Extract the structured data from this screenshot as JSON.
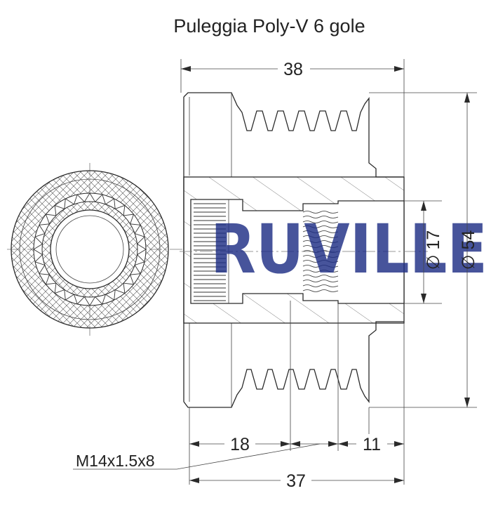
{
  "title": "Puleggia Poly-V 6 gole",
  "watermark": "RUVILLE",
  "dimensions": {
    "overall_width": "38",
    "hub_length": "37",
    "left_segment": "18",
    "right_segment": "11",
    "bore_diameter": "∅ 17",
    "outer_diameter": "∅ 54",
    "thread_spec": "M14x1.5x8"
  },
  "colors": {
    "watermark": "#1f2f86",
    "line": "#2a2a2a"
  }
}
